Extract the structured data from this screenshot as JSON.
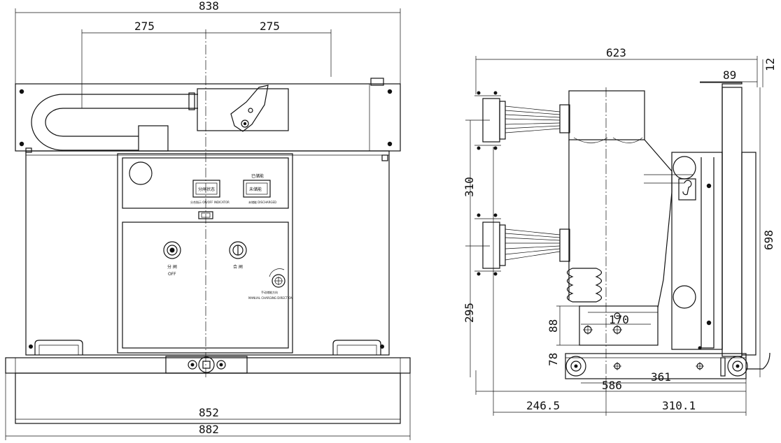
{
  "front_view": {
    "dims": {
      "width_top": "838",
      "span_left": "275",
      "span_right": "275",
      "width_mid": "852",
      "width_bottom": "882"
    },
    "panel": {
      "indicator_left_label": "分闸状态",
      "indicator_right_label": "未储能",
      "indicator_right_caption": "已储能",
      "indicator_left_sub": "分合指示 ON/OFF INDICATOR",
      "indicator_right_sub": "未储能 DISCHARGED",
      "off_button_label": "分 闸",
      "off_button_sub": "OFF",
      "on_button_label": "合 闸",
      "manual_charge_label": "手动储能方向",
      "manual_charge_sub": "MANUAL CHARGING DIRECTION"
    }
  },
  "side_view": {
    "dims": {
      "depth_top": "623",
      "top_offset": "89",
      "top_gap": "12",
      "pole_pitch": "310",
      "lower_height": "295",
      "height_right": "698",
      "base_height": "88",
      "base_offset": "78",
      "base_span": "170",
      "rail_span": "361",
      "depth_bottom": "586",
      "left_section": "246.5",
      "right_section": "310.1"
    }
  }
}
